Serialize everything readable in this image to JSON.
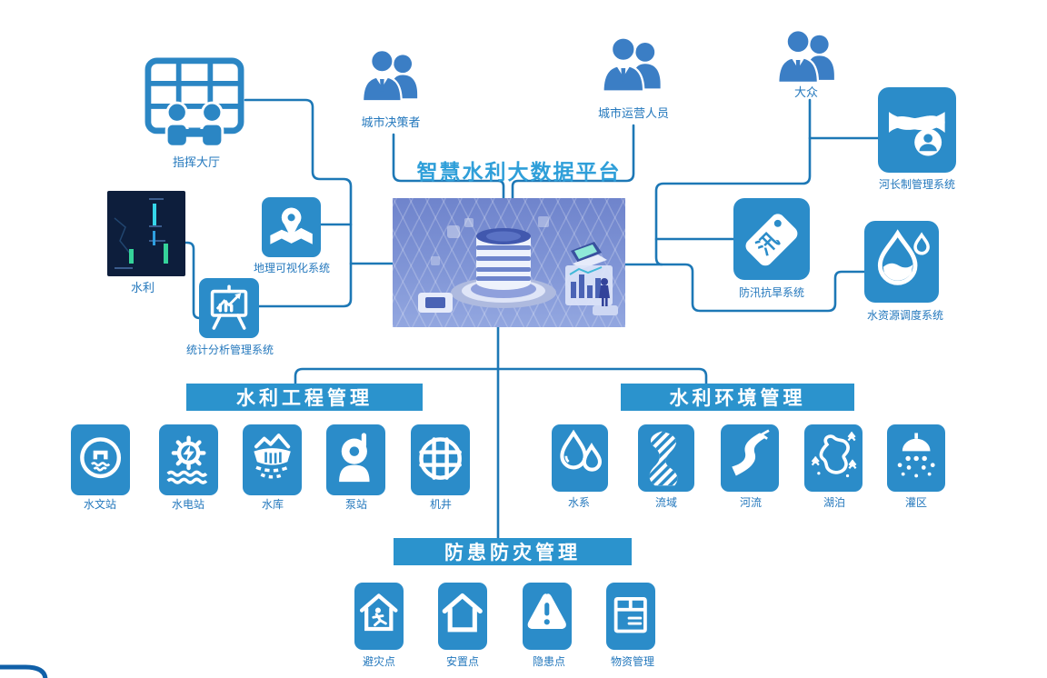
{
  "diagram": {
    "title": "智慧水利大数据平台",
    "users": {
      "decision_maker": "城市决策者",
      "operator": "城市运营人员",
      "public": "大众"
    },
    "command_hall": "指挥大厅",
    "dashboard_label": "水利",
    "systems": {
      "geo": "地理可视化系统",
      "stats": "统计分析管理系统",
      "river_chief": "河长制管理系统",
      "flood": "防汛抗旱系统",
      "flood_tag_char": "汛",
      "dispatch": "水资源调度系统"
    },
    "sections": {
      "engineering": {
        "title": "水利工程管理",
        "items": [
          "水文站",
          "水电站",
          "水库",
          "泵站",
          "机井"
        ]
      },
      "environment": {
        "title": "水利环境管理",
        "items": [
          "水系",
          "流域",
          "河流",
          "湖泊",
          "灌区"
        ]
      },
      "disaster": {
        "title": "防患防灾管理",
        "items": [
          "避灾点",
          "安置点",
          "隐患点",
          "物资管理"
        ]
      }
    },
    "colors": {
      "tile_blue": "#2b8cc9",
      "bar_blue": "#2b93cd",
      "people_blue": "#3b7ec5",
      "line_blue": "#1d78b6",
      "title_blue": "#2f9fd9",
      "label_blue": "#2478bd",
      "dashboard_bg": "#0d1e3c"
    }
  }
}
